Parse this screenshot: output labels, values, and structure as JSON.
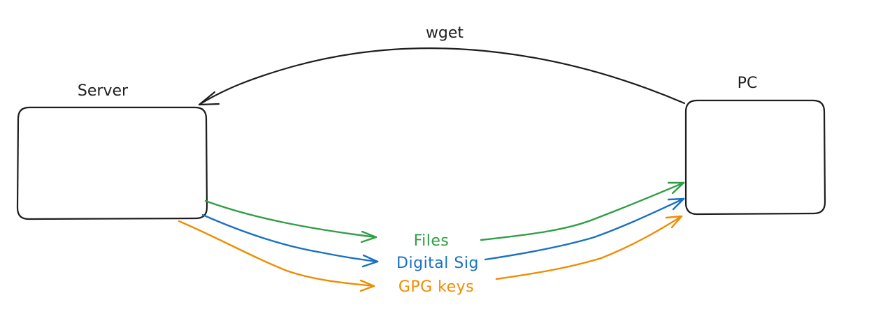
{
  "nodes": {
    "server": {
      "label": "Server"
    },
    "pc": {
      "label": "PC"
    }
  },
  "edges": {
    "request": {
      "label": "wget",
      "color": "#1e1e1e"
    },
    "files": {
      "label": "Files",
      "color": "#2f9e44"
    },
    "signature": {
      "label": "Digital Sig",
      "color": "#1971c2"
    },
    "keys": {
      "label": "GPG keys",
      "color": "#f08c00"
    }
  }
}
